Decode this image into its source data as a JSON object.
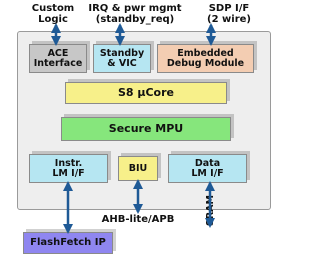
{
  "diagram": {
    "top_labels": {
      "custom_logic": "Custom\nLogic",
      "irq_pwr": "IRQ & pwr mgmt\n(standby_req)",
      "sdp": "SDP I/F\n(2 wire)"
    },
    "blocks": {
      "ace": "ACE\nInterface",
      "standby": "Standby\n& VIC",
      "debug": "Embedded\nDebug Module",
      "core": "S8 µCore",
      "mpu": "Secure MPU",
      "instr": "Instr.\nLM I/F",
      "biu": "BIU",
      "data": "Data\nLM I/F",
      "flashfetch": "FlashFetch IP"
    },
    "bottom_labels": {
      "ahb": "AHB-lite/APB",
      "sram": "SRAM"
    },
    "colors": {
      "ace": "#c7c7c7",
      "standby": "#b6e6f2",
      "debug": "#f3cdb2",
      "core": "#f7f08a",
      "mpu": "#86e67c",
      "instr": "#b6e6f2",
      "biu": "#f7f08a",
      "data": "#b6e6f2",
      "flashfetch": "#8f86f0",
      "arrow": "#1f5a96"
    }
  }
}
